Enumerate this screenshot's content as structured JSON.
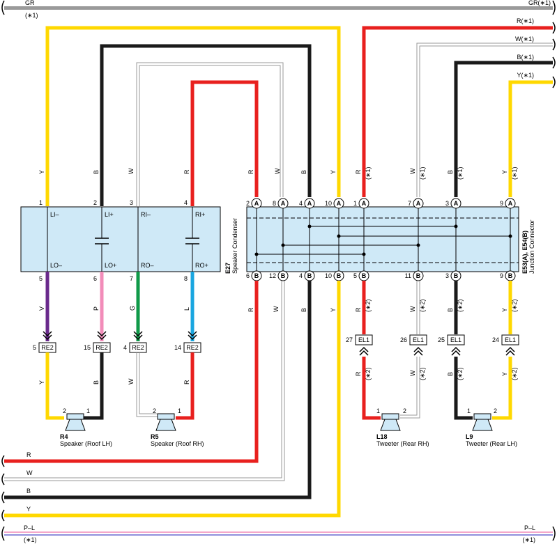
{
  "top_bus": {
    "label_left": "GR",
    "label_right": "GR(∗1)",
    "note_left": "(∗1)",
    "color": "#999999"
  },
  "bottom_bus": {
    "label_left": "P–L",
    "label_right": "P–L",
    "note_left": "(∗1)",
    "note_right": "(∗1)"
  },
  "left_terminals": {
    "red": "R",
    "white": "W",
    "black": "B",
    "yellow": "Y"
  },
  "right_terminals": {
    "red": "R(∗1)",
    "white": "W(∗1)",
    "black": "B(∗1)",
    "yellow": "Y(∗1)"
  },
  "condenser": {
    "code": "E27",
    "name": "Speaker Condenser",
    "pins_top": [
      "1",
      "2",
      "3",
      "4"
    ],
    "pins_bottom": [
      "5",
      "6",
      "7",
      "8"
    ],
    "labels_top": [
      "LI–",
      "LI+",
      "RI–",
      "RI+"
    ],
    "labels_bottom": [
      "LO–",
      "LO+",
      "RO–",
      "RO+"
    ],
    "wires_top": [
      "Y",
      "B",
      "W",
      "R"
    ],
    "wires_bottom": [
      "V",
      "P",
      "G",
      "L"
    ]
  },
  "junction": {
    "code": "E53(A), E54(B)",
    "name": "Junction Connector",
    "pins_top": [
      "2",
      "8",
      "4",
      "10",
      "1",
      "7",
      "3",
      "9"
    ],
    "pins_bottom": [
      "6",
      "12",
      "4",
      "10",
      "5",
      "11",
      "3",
      "9"
    ],
    "conn_top": "A",
    "conn_bottom": "B",
    "wires_top": [
      "R",
      "W",
      "B",
      "Y",
      "R",
      "W",
      "B",
      "Y"
    ],
    "wires_bottom": [
      "R",
      "W",
      "B",
      "Y",
      "R",
      "W",
      "B",
      "Y"
    ],
    "note_top": "(∗1)",
    "note_bottom": "(∗2)"
  },
  "re2_connectors": [
    {
      "pin": "5",
      "name": "RE2"
    },
    {
      "pin": "15",
      "name": "RE2"
    },
    {
      "pin": "4",
      "name": "RE2"
    },
    {
      "pin": "14",
      "name": "RE2"
    }
  ],
  "el1_connectors": [
    {
      "pin": "27",
      "name": "EL1"
    },
    {
      "pin": "26",
      "name": "EL1"
    },
    {
      "pin": "25",
      "name": "EL1"
    },
    {
      "pin": "24",
      "name": "EL1"
    }
  ],
  "lower_wires_left": [
    "Y",
    "B",
    "W",
    "R"
  ],
  "lower_wires_right": [
    "R",
    "W",
    "B",
    "Y"
  ],
  "lower_note": "(∗2)",
  "speakers": [
    {
      "code": "R4",
      "name": "Speaker (Roof LH)",
      "pin_left": "2",
      "pin_right": "1"
    },
    {
      "code": "R5",
      "name": "Speaker (Roof RH)",
      "pin_left": "2",
      "pin_right": "1"
    },
    {
      "code": "L18",
      "name": "Tweeter (Rear RH)",
      "pin_left": "1",
      "pin_right": "2"
    },
    {
      "code": "L9",
      "name": "Tweeter (Rear LH)",
      "pin_left": "1",
      "pin_right": "2"
    }
  ],
  "colors": {
    "red": "#e8201e",
    "black": "#1a1a1a",
    "yellow": "#ffd800",
    "white_wire": "#9a9a9a",
    "violet": "#6a2a8c",
    "pink": "#f28cb9",
    "green": "#109a49",
    "blue": "#19a6e0",
    "box_fill": "#cfe9f7"
  }
}
